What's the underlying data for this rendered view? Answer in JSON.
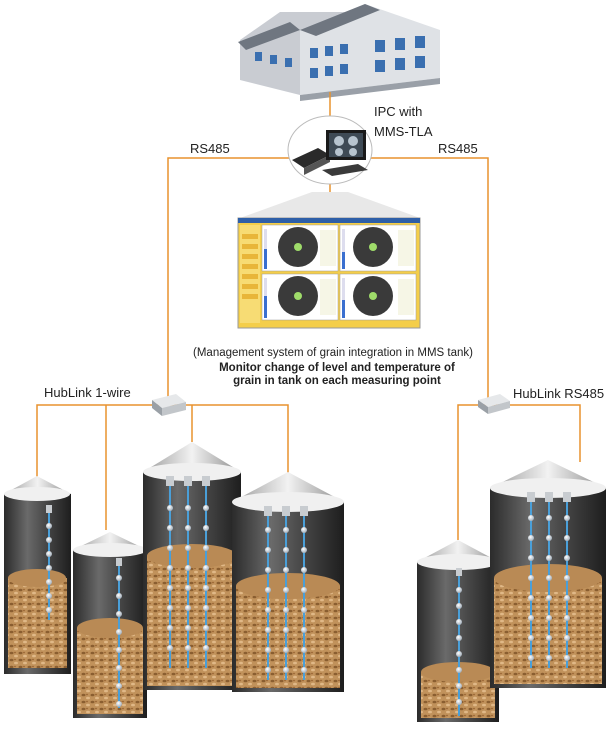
{
  "ipc": {
    "line1": "IPC with",
    "line2": "MMS-TLA"
  },
  "links": {
    "left": "RS485",
    "right": "RS485"
  },
  "caption": {
    "management": "(Management system of grain integration in MMS tank)",
    "monitor_line1": "Monitor change of level and temperature of",
    "monitor_line2": "grain in tank on each measuring point"
  },
  "hubs": {
    "left": "HubLink 1-wire",
    "right": "HubLink RS485"
  },
  "colors": {
    "cable": "#e8922e",
    "silo_wall": "#3a3a3a",
    "grain": "#b88a55",
    "sensor_cable": "#4a9fd8",
    "panel": "#f4ce4a"
  }
}
